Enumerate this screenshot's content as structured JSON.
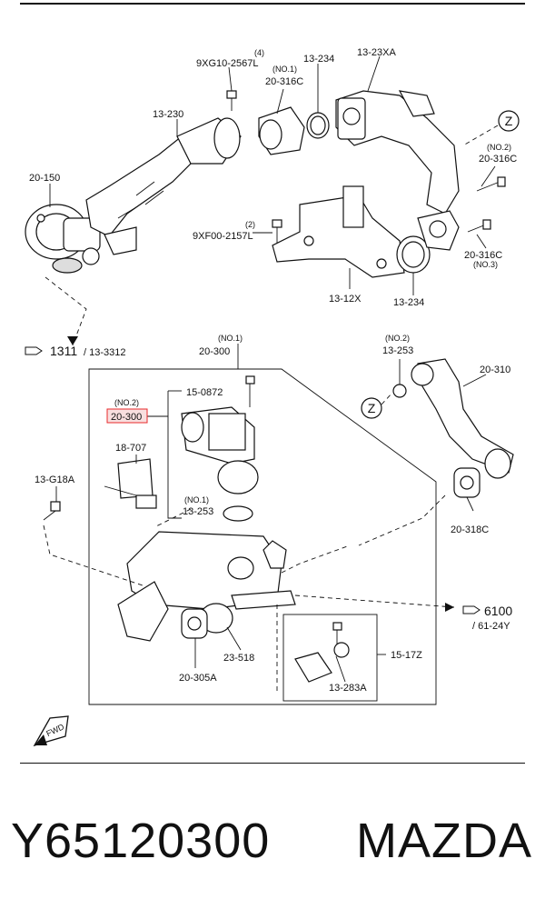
{
  "labels": {
    "l_4": "(4)",
    "l_9xg10": "9XG10-2567L",
    "l_no1_top": "(NO.1)",
    "l_20_316c_top": "20-316C",
    "l_13_234_top": "13-234",
    "l_13_23xa": "13-23XA",
    "l_13_230": "13-230",
    "l_z_top": "Z",
    "l_no2_right": "(NO.2)",
    "l_20_316c_right": "20-316C",
    "l_20_150": "20-150",
    "l_2": "(2)",
    "l_9xf00": "9XF00-2157L",
    "l_20_316c_no3": "20-316C",
    "l_no3": "(NO.3)",
    "l_13_12x": "13-12X",
    "l_13_234_bottom": "13-234",
    "l_1311": "1311",
    "l_13_3312": "/ 13-3312",
    "l_no1_mid": "(NO.1)",
    "l_20_300_main": "20-300",
    "l_no2_mid": "(NO.2)",
    "l_13_253_top": "13-253",
    "l_20_310": "20-310",
    "l_15_0872": "15-0872",
    "l_no2_hl": "(NO.2)",
    "l_20_300_hl": "20-300",
    "l_z_mid": "Z",
    "l_18_707": "18-707",
    "l_13_g18a": "13-G18A",
    "l_no1_lower": "(NO.1)",
    "l_13_253_lower": "13-253",
    "l_20_318c": "20-318C",
    "l_6100": "6100",
    "l_61_24y": "/ 61-24Y",
    "l_23_518": "23-518",
    "l_15_17z": "15-17Z",
    "l_20_305a": "20-305A",
    "l_13_283a": "13-283A",
    "l_fwd": "FWD"
  },
  "footer": {
    "part_number": "Y65120300",
    "brand": "MAZDA"
  },
  "colors": {
    "highlight": "#e8282b",
    "highlight_fill": "#f3c9c9",
    "ink": "#111111"
  }
}
